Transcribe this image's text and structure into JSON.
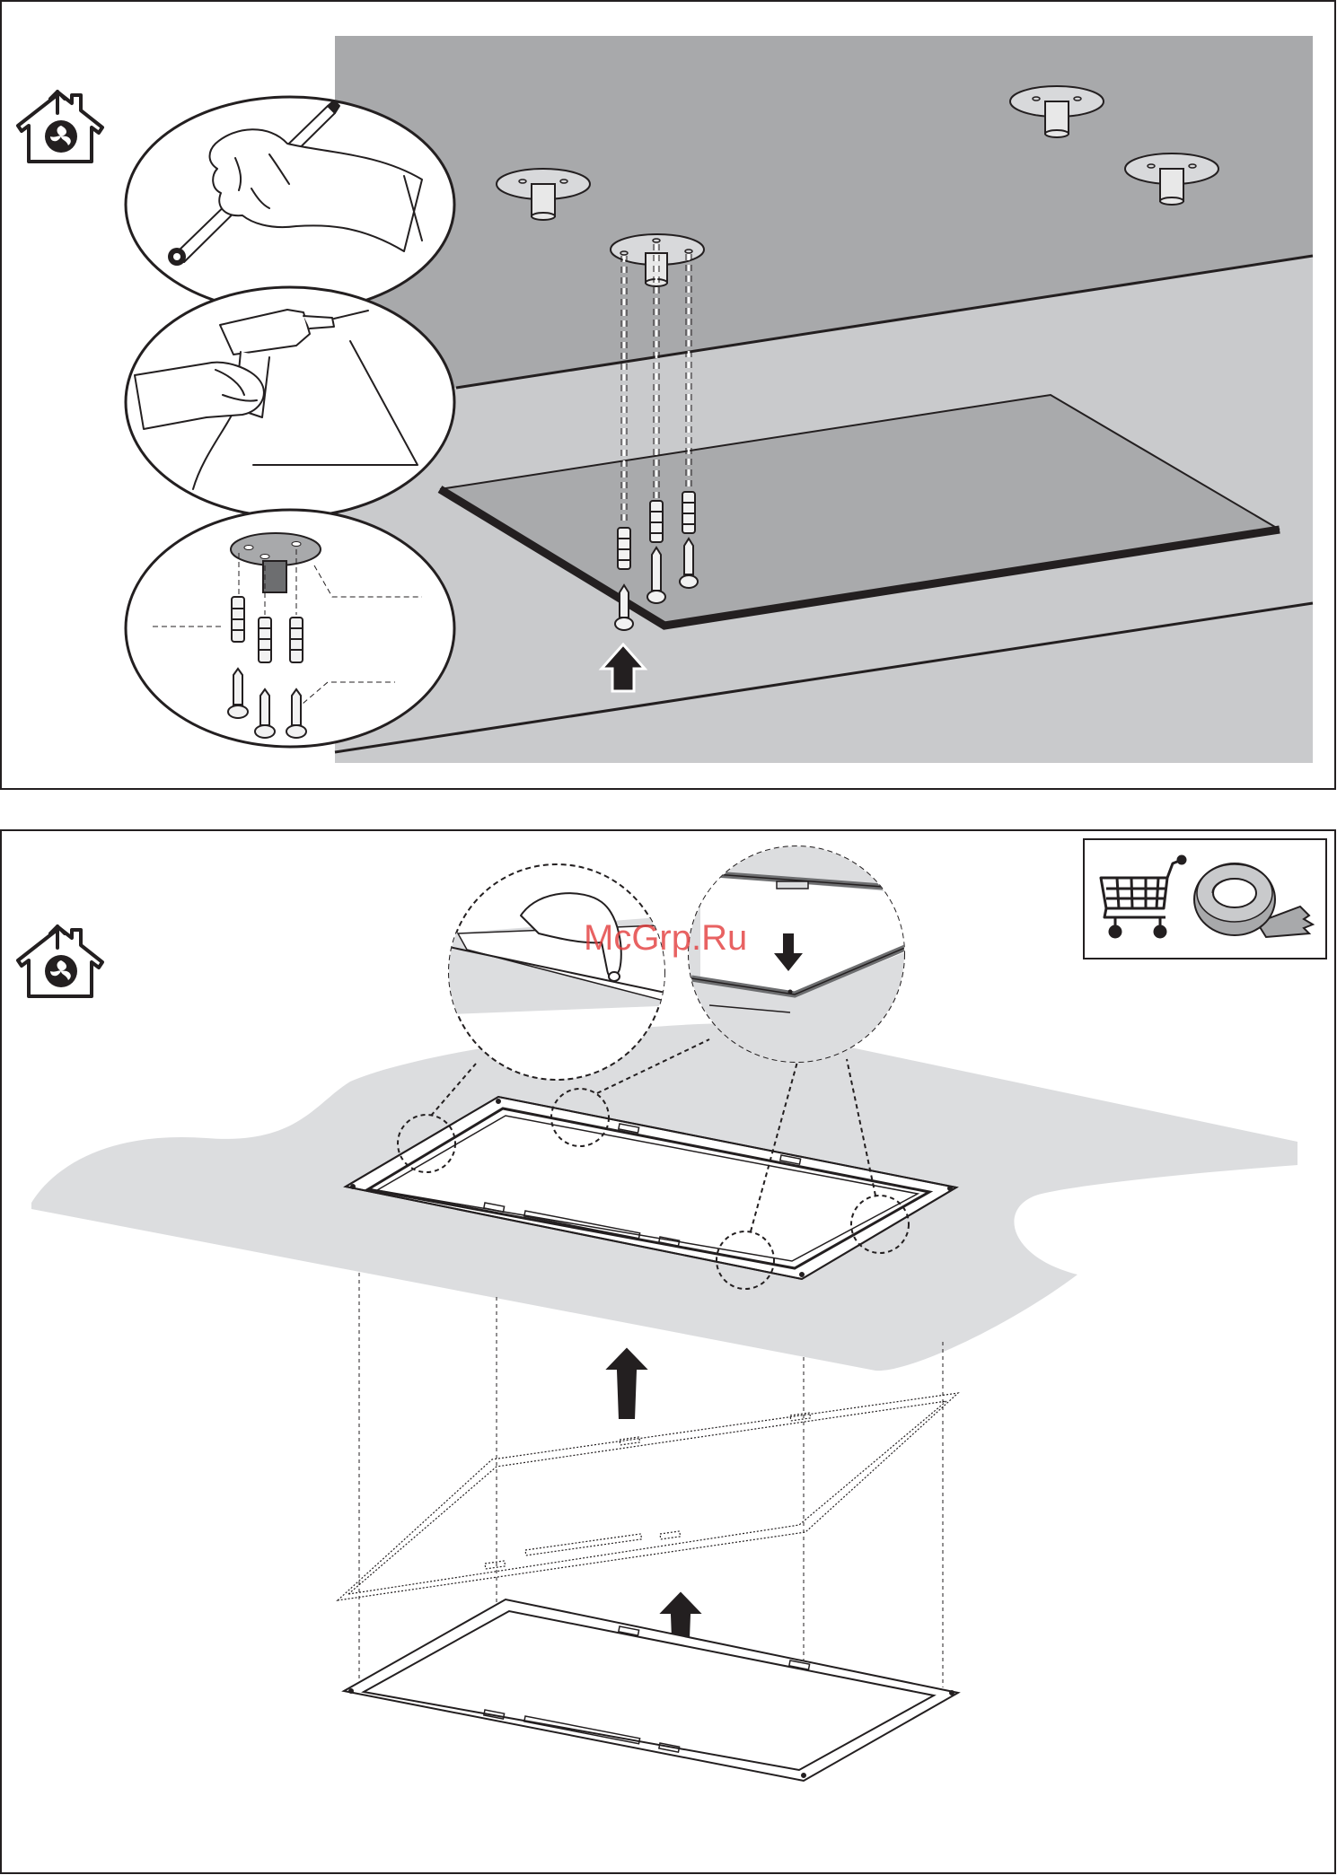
{
  "watermark": {
    "text": "McGrp.Ru"
  },
  "colors": {
    "ceiling_dark": "#a8a9ab",
    "ceiling_light": "#c9cacc",
    "cutout_panel": "#a9aaac",
    "worktop": "#dcdddf",
    "outline": "#231f20",
    "watermark": "#e23b3b"
  },
  "panel_top": {
    "icons": [
      "ducted-extraction-house-icon"
    ],
    "steps": [
      "mark-holes-with-pencil",
      "drill-holes",
      "insert-wall-plugs-and-screws"
    ]
  },
  "panel_bottom": {
    "icons": [
      "ducted-extraction-house-icon",
      "shopping-cart-icon",
      "adhesive-tape-roll-icon"
    ],
    "detail_views": [
      "frame-corner-detail",
      "gasket-press-down-detail"
    ]
  }
}
